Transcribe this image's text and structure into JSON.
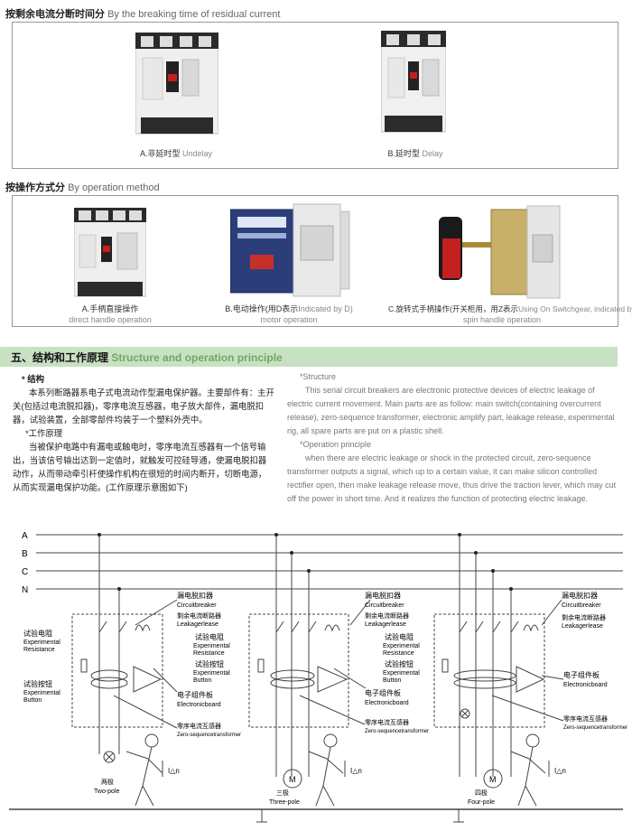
{
  "section1": {
    "title_cn": "按剩余电流分断时间分",
    "title_en": "By the breaking time of residual current"
  },
  "section1_items": [
    {
      "label_cn": "A.非延时型",
      "label_en": "Undelay"
    },
    {
      "label_cn": "B.延时型",
      "label_en": "Delay"
    }
  ],
  "section2": {
    "title_cn": "按操作方式分",
    "title_en": "By operation method"
  },
  "section2_items": [
    {
      "label_cn": "A.手柄直接操作",
      "label_en": "direct handle operation"
    },
    {
      "label_cn": "B.电动操作(用D表示",
      "label_cn_b": "Indicated by D)",
      "label_en": "motor operation"
    },
    {
      "label_cn": "C.旋转式手柄操作(开关柜用，用Z表示",
      "label_cn_b": "Using On Switchgear, indicated by Z)",
      "label_en": "spin handle operation"
    }
  ],
  "section3": {
    "title_cn": "五、结构和工作原理",
    "title_en": "Structure and operation principle"
  },
  "cn": {
    "h_structure": "* 结构",
    "p1": "本系列断路器系电子式电流动作型漏电保护器。主要部件有：主开关(包括过电流脱扣器)，零序电流互感器，电子放大部件，漏电脱扣器，试验装置，全部零部件均装于一个塑料外壳中。",
    "h_principle": "*工作原理",
    "p2": "当被保护电路中有漏电或触电时，零序电流互感器有一个信号输出，当该信号输出达到一定值时，就触发可控硅导通，使漏电脱扣器动作，从而带动牵引杆使操作机构在很短的时间内断开，切断电源，从而实现漏电保护功能。(工作原理示意图如下)"
  },
  "en": {
    "h_structure": "*Structure",
    "p1": "This serial circuit breakers are electronic protective devices of electric leakage of electric current movement. Main parts are as follow: main switch(containing overcurrent release), zero-sequence transformer, electronic amplify part, leakage release, experimental rig, all spare parts are put on a plastic shell.",
    "h_principle": "*Operation principle",
    "p2": "when there are electric leakage or shock in the protected circuit, zero-sequence transformer outputs a signal, which up to a certain value, it can make silicon controlled rectifier open, then make leakage release move, thus drive the traction lever, which may cut off the power in short time. And it realizes the function of protecting electric leakage."
  },
  "diagram": {
    "lines": [
      "A",
      "B",
      "C",
      "N"
    ],
    "leakage_release_cn": "漏电脱扣器",
    "circuit_breaker_en": "Circuitbreaker",
    "residual_release_cn": "剩余电流断路器",
    "leakage_release_en": "Leakagerlease",
    "exp_resistance_cn": "试验电阻",
    "exp_resistance_en1": "Experimental",
    "exp_resistance_en2": "Resistance",
    "exp_button_cn": "试验按钮",
    "exp_button_en1": "Experimental",
    "exp_button_en2": "Button",
    "board_cn": "电子组件板",
    "board_en": "Electronicboard",
    "transformer_cn": "零序电流互感器",
    "transformer_en": "Zero-sequencetransformer",
    "current_label": "I△n",
    "motor_label": "M",
    "poles": [
      {
        "cn": "两极",
        "en": "Two-pole"
      },
      {
        "cn": "三极",
        "en": "Three-pole"
      },
      {
        "cn": "四极",
        "en": "Four-pole"
      }
    ]
  }
}
